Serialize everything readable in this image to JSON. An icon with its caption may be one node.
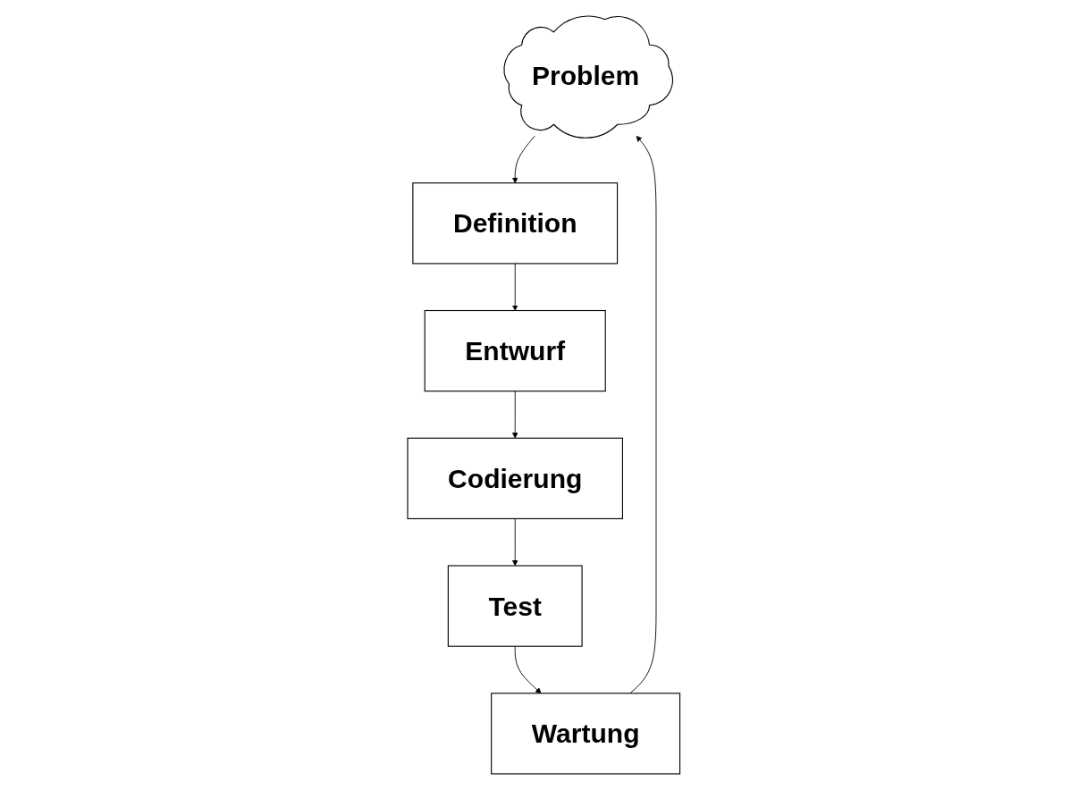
{
  "diagram": {
    "nodes": [
      {
        "text": [
          "Problem"
        ]
      },
      {
        "text": [
          "Definition"
        ]
      },
      {
        "text": [
          "Entwurf"
        ]
      },
      {
        "text": [
          "Codierung"
        ]
      },
      {
        "text": [
          "Test"
        ]
      },
      {
        "text": [
          "Wartung"
        ]
      }
    ],
    "edges": [
      {
        "from": 0,
        "to": 1,
        "arrow": "to"
      },
      {
        "from": 1,
        "to": 2,
        "arrow": "to"
      },
      {
        "from": 2,
        "to": 3,
        "arrow": "to"
      },
      {
        "from": 3,
        "to": 4,
        "arrow": "to"
      },
      {
        "from": 4,
        "to": 5,
        "arrow": "to"
      },
      {
        "from": 5,
        "to": 0,
        "arrow": "to"
      }
    ]
  }
}
